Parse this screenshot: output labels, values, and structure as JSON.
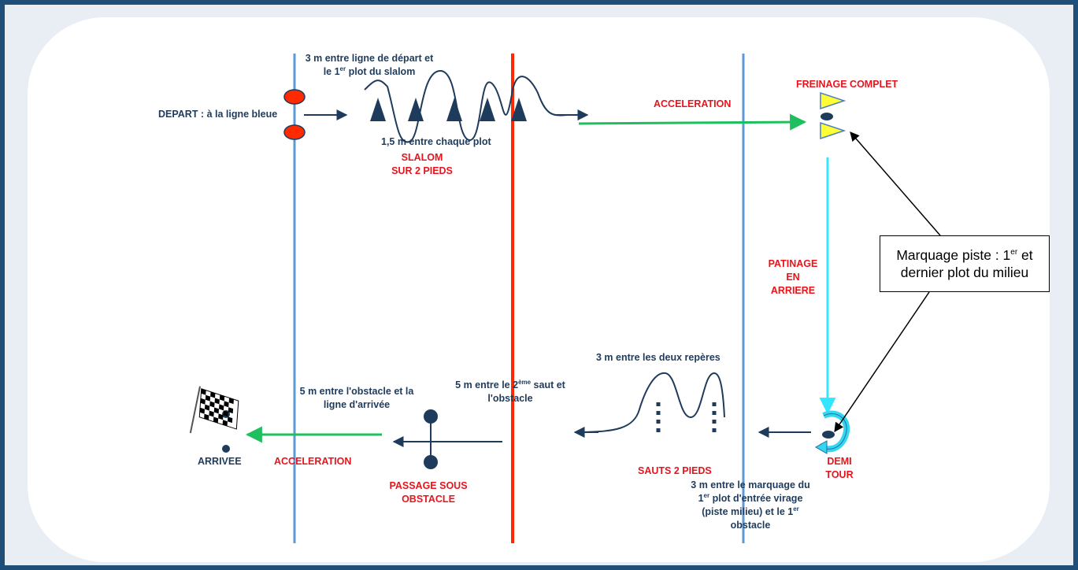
{
  "colors": {
    "frame": "#1f4e79",
    "blue_line": "#5b9bd5",
    "red_line": "#ff2a00",
    "navy": "#1f3b5c",
    "red_text": "#e8141c",
    "green_arrow": "#1fbf5f",
    "cyan_arrow": "#33e5ff",
    "cone_yellow": "#ffff33"
  },
  "labels": {
    "depart": "DEPART : à la ligne bleue",
    "slalom_dist_a": "3 m entre ligne de départ et",
    "slalom_dist_b_pre": "le 1",
    "slalom_dist_b_sup": "er",
    "slalom_dist_b_post": " plot du slalom",
    "plot_spacing": "1,5 m entre chaque plot",
    "slalom_1": "SLALOM",
    "slalom_2": "SUR 2 PIEDS",
    "acceleration_top": "ACCELERATION",
    "freinage": "FREINAGE COMPLET",
    "patinage_1": "PATINAGE",
    "patinage_2": "EN",
    "patinage_3": "ARRIERE",
    "demi_1": "DEMI",
    "demi_2": "TOUR",
    "sauts_dist": "3 m entre les deux repères",
    "sauts": "SAUTS 2 PIEDS",
    "virage_1": "3 m entre le marquage du",
    "virage_2_sup_a": "er",
    "virage_2_post": " plot d'entrée virage",
    "virage_2_pre": "1",
    "virage_3": "(piste milieu) et le 1",
    "virage_3_sup": "er",
    "virage_4": "obstacle",
    "saut_obst_pre": "5 m entre le 2",
    "saut_obst_sup": "ème",
    "saut_obst_post": " saut et",
    "saut_obst_2": "l'obstacle",
    "obst_arr_1": "5 m entre l'obstacle et la",
    "obst_arr_2": "ligne d'arrivée",
    "passage_1": "PASSAGE SOUS",
    "passage_2": "OBSTACLE",
    "acceleration_bottom": "ACCELERATION",
    "arrivee": "ARRIVEE"
  },
  "note": {
    "line1_pre": "Marquage piste : 1",
    "line1_sup": "er",
    "line1_post": " et",
    "line2": "dernier plot du milieu"
  }
}
